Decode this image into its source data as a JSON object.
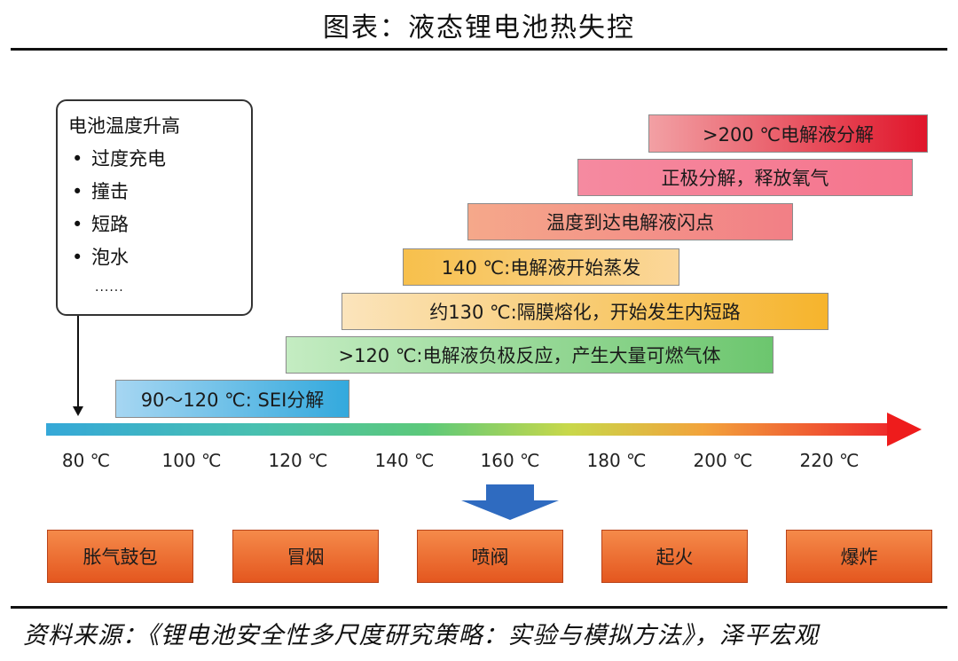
{
  "title": "图表：液态锂电池热失控",
  "causes": {
    "header": "电池温度升高",
    "items": [
      "过度充电",
      "撞击",
      "短路",
      "泡水"
    ],
    "more": "......"
  },
  "bars": [
    {
      "label": ">200 ℃电解液分解",
      "color_from": "#f2a0a4",
      "color_to": "#e0152a"
    },
    {
      "label": "正极分解，释放氧气",
      "color_from": "#f58aa0",
      "color_to": "#f5748c"
    },
    {
      "label": "温度到达电解液闪点",
      "color_from": "#f5a88a",
      "color_to": "#f27f86"
    },
    {
      "label": "140 ℃:电解液开始蒸发",
      "color_from": "#f7c04c",
      "color_to": "#fbd79a"
    },
    {
      "label": "约130 ℃:隔膜熔化，开始发生内短路",
      "color_from": "#fbe4bc",
      "color_to": "#f6b42c"
    },
    {
      "label": ">120 ℃:电解液负极反应，产生大量可燃气体",
      "color_from": "#c4ecc2",
      "color_to": "#6cc66e"
    },
    {
      "label": "90～120 ℃: SEI分解",
      "color_from": "#a6d6f2",
      "color_to": "#33a9dd"
    }
  ],
  "axis_ticks": [
    "80 ℃",
    "100 ℃",
    "120 ℃",
    "140 ℃",
    "160 ℃",
    "180 ℃",
    "200 ℃",
    "220 ℃"
  ],
  "results": [
    "胀气鼓包",
    "冒烟",
    "喷阀",
    "起火",
    "爆炸"
  ],
  "source": "资料来源：《锂电池安全性多尺度研究策略：实验与模拟方法》，泽平宏观",
  "colors": {
    "axis_arrow": "#ee1c1c",
    "down_arrow": "#2f6bc0",
    "result_fill": "#e86a2c"
  }
}
